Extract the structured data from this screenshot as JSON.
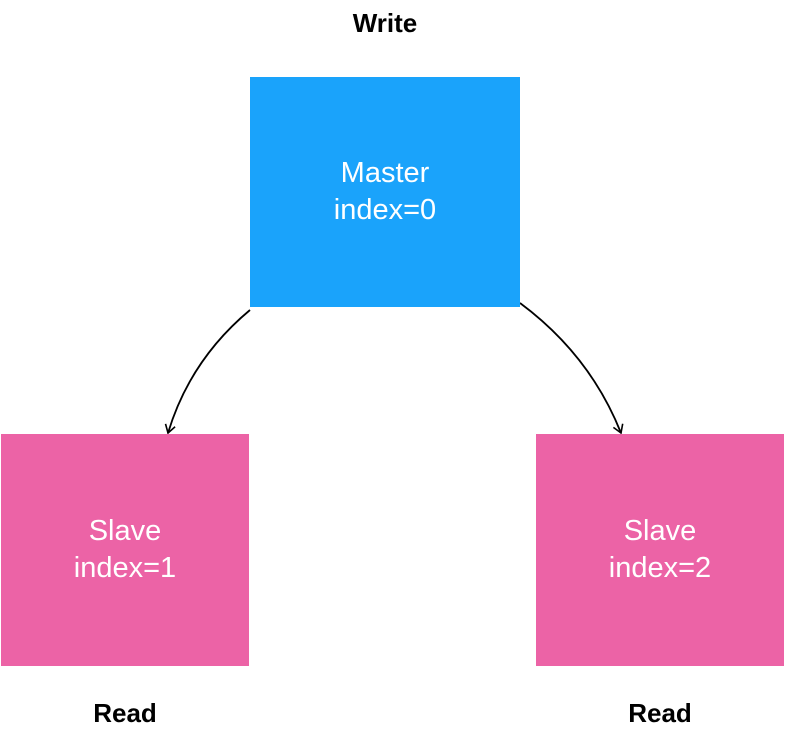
{
  "top_label": "Write",
  "bottom_labels": [
    "Read",
    "Read"
  ],
  "colors": {
    "master": "#1aa3fb",
    "slave": "#ec63a6",
    "arrow": "#000000"
  },
  "nodes": {
    "master": {
      "role": "Master",
      "index": "index=0"
    },
    "slaves": [
      {
        "role": "Slave",
        "index": "index=1"
      },
      {
        "role": "Slave",
        "index": "index=2"
      }
    ]
  }
}
